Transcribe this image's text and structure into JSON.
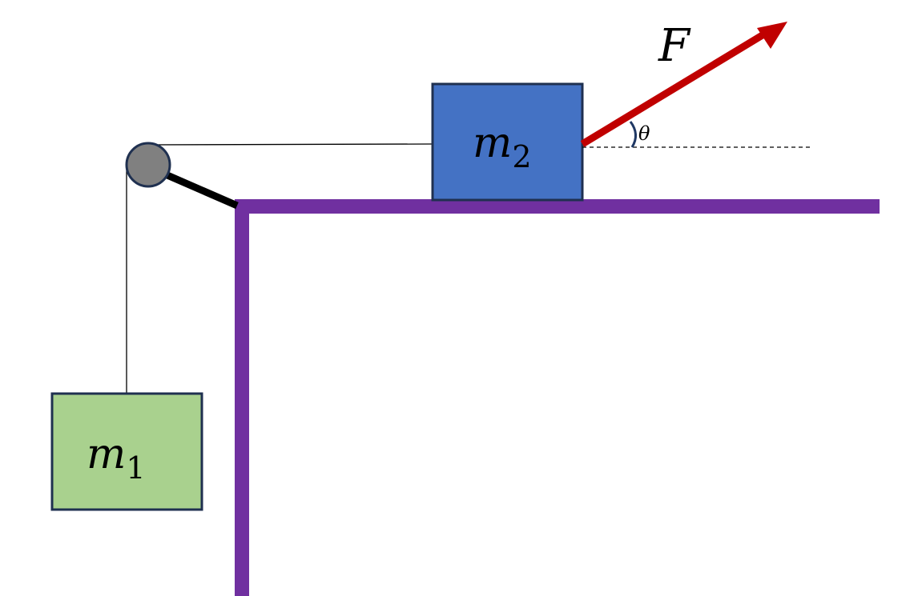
{
  "diagram": {
    "mass1": {
      "symbol": "m",
      "subscript": "1",
      "fill": "#a9d18e",
      "stroke": "#1f3050"
    },
    "mass2": {
      "symbol": "m",
      "subscript": "2",
      "fill": "#4472c4",
      "stroke": "#1f3050"
    },
    "force": {
      "label": "F",
      "color": "#c00000"
    },
    "angle": {
      "label": "θ",
      "arc_color": "#1f3864"
    },
    "surface": {
      "color": "#7030a0"
    },
    "pulley": {
      "fill": "#808080",
      "stroke": "#1f3050"
    },
    "rope": {
      "color": "#000000"
    }
  }
}
